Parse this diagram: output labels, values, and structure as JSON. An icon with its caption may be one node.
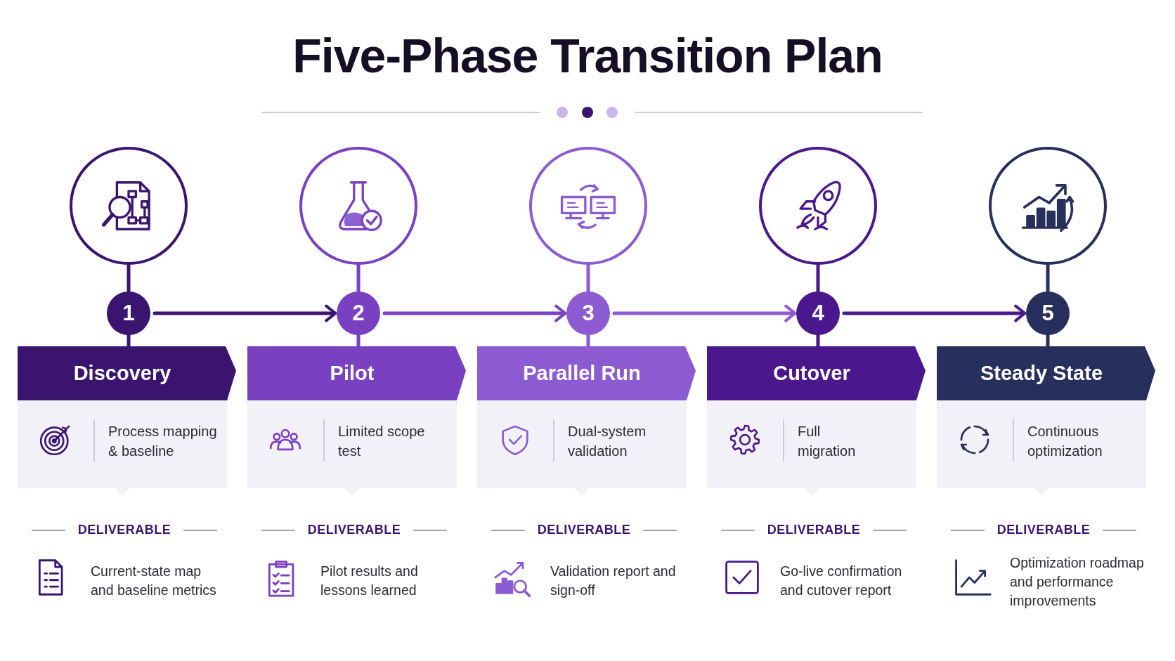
{
  "diagram": {
    "title": "Five-Phase Transition Plan",
    "nodes": [
      {
        "text": [],
        "shape": "circle"
      },
      {
        "text": [],
        "shape": "circle"
      },
      {
        "text": [],
        "shape": "circle"
      },
      {
        "text": [],
        "shape": "circle"
      },
      {
        "text": [],
        "shape": "circle"
      },
      {
        "text": [
          "1"
        ]
      },
      {
        "text": [
          "2"
        ]
      },
      {
        "text": [
          "3"
        ]
      },
      {
        "text": [
          "4"
        ]
      },
      {
        "text": [
          "5"
        ]
      },
      {
        "text": [
          "Discovery",
          "Process mapping & baseline"
        ]
      },
      {
        "text": [
          "Pilot",
          "Limited scope test"
        ]
      },
      {
        "text": [
          "Parallel Run",
          "Dual-system validation"
        ]
      },
      {
        "text": [
          "Cutover",
          "Full migration"
        ]
      },
      {
        "text": [
          "Steady State",
          "Continuous optimization"
        ]
      }
    ],
    "edges": [
      {
        "from": 0,
        "to": 5,
        "arrow": "none"
      },
      {
        "from": 1,
        "to": 6,
        "arrow": "none"
      },
      {
        "from": 2,
        "to": 7,
        "arrow": "none",
        "color": "#8c5bd2"
      },
      {
        "from": 3,
        "to": 8,
        "arrow": "none"
      },
      {
        "from": 4,
        "to": 9,
        "arrow": "none"
      },
      {
        "from": 5,
        "to": 10,
        "arrow": "none"
      },
      {
        "from": 6,
        "to": 11,
        "arrow": "none"
      },
      {
        "from": 7,
        "to": 12,
        "arrow": "none",
        "color": "#8c5bd2"
      },
      {
        "from": 8,
        "to": 13,
        "arrow": "none"
      },
      {
        "from": 9,
        "to": 14,
        "arrow": "none"
      },
      {
        "from": 5,
        "to": 6,
        "arrow": "to"
      },
      {
        "from": 6,
        "to": 7,
        "arrow": "to"
      },
      {
        "from": 7,
        "to": 8,
        "arrow": "to",
        "color": "#8c5bd2"
      },
      {
        "from": 8,
        "to": 9,
        "arrow": "to"
      }
    ],
    "labels": [
      "DELIVERABLE",
      "DELIVERABLE",
      "DELIVERABLE",
      "DELIVERABLE",
      "DELIVERABLE",
      "Current-state map and baseline metrics",
      "Pilot results and lessons learned",
      "Validation report and sign-off",
      "Go-live confirmation and cutover report",
      "Optimization roadmap and performance improvements"
    ]
  }
}
